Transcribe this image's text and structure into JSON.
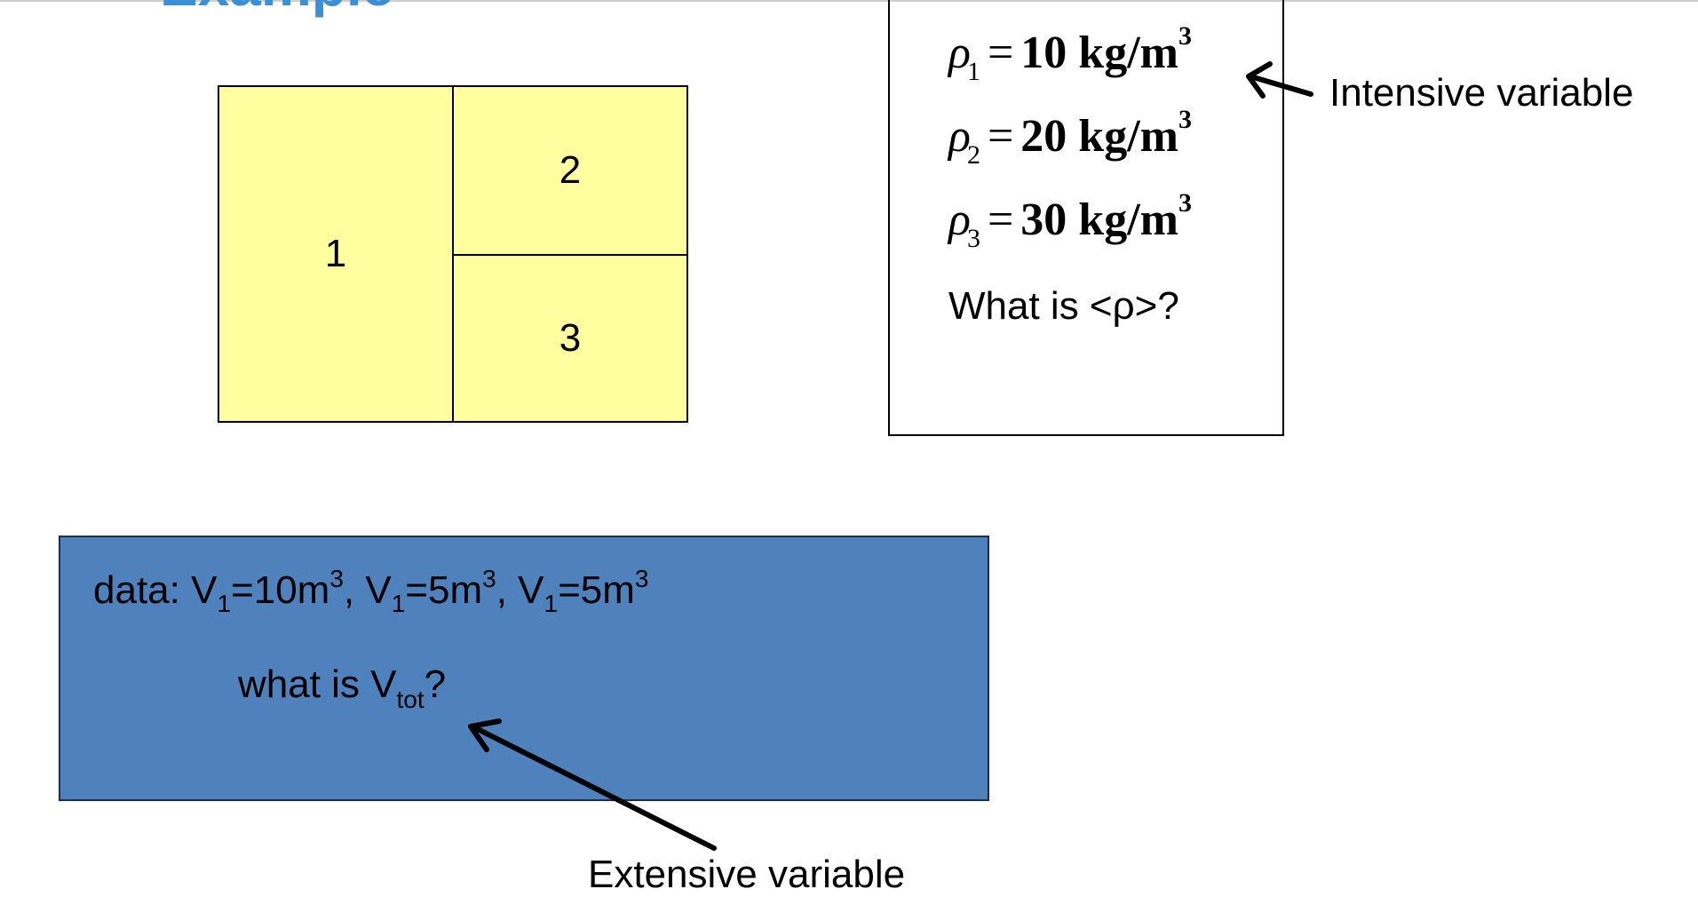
{
  "slide": {
    "title": "Example"
  },
  "regions": [
    {
      "label": "1"
    },
    {
      "label": "2"
    },
    {
      "label": "3"
    }
  ],
  "densities": [
    {
      "symbol": "ρ",
      "index": "1",
      "value": "10",
      "unit": "kg/m",
      "power": "3"
    },
    {
      "symbol": "ρ",
      "index": "2",
      "value": "20",
      "unit": "kg/m",
      "power": "3"
    },
    {
      "symbol": "ρ",
      "index": "3",
      "value": "30",
      "unit": "kg/m",
      "power": "3"
    }
  ],
  "density_question": "What is <ρ>?",
  "data_box": {
    "prefix": "data: ",
    "volumes": [
      {
        "symbol": "V",
        "index": "1",
        "value": "10m",
        "power": "3"
      },
      {
        "symbol": "V",
        "index": "1",
        "value": "5m",
        "power": "3"
      },
      {
        "symbol": "V",
        "index": "1",
        "value": "5m",
        "power": "3"
      }
    ],
    "question_prefix": "what is V",
    "question_sub": "tot",
    "question_suffix": "?",
    "fill_color": "#4f81bd"
  },
  "annotations": {
    "intensive": "Intensive variable",
    "extensive": "Extensive variable"
  },
  "colors": {
    "region_fill": "#ffff9f",
    "title": "#3a8fd6"
  }
}
